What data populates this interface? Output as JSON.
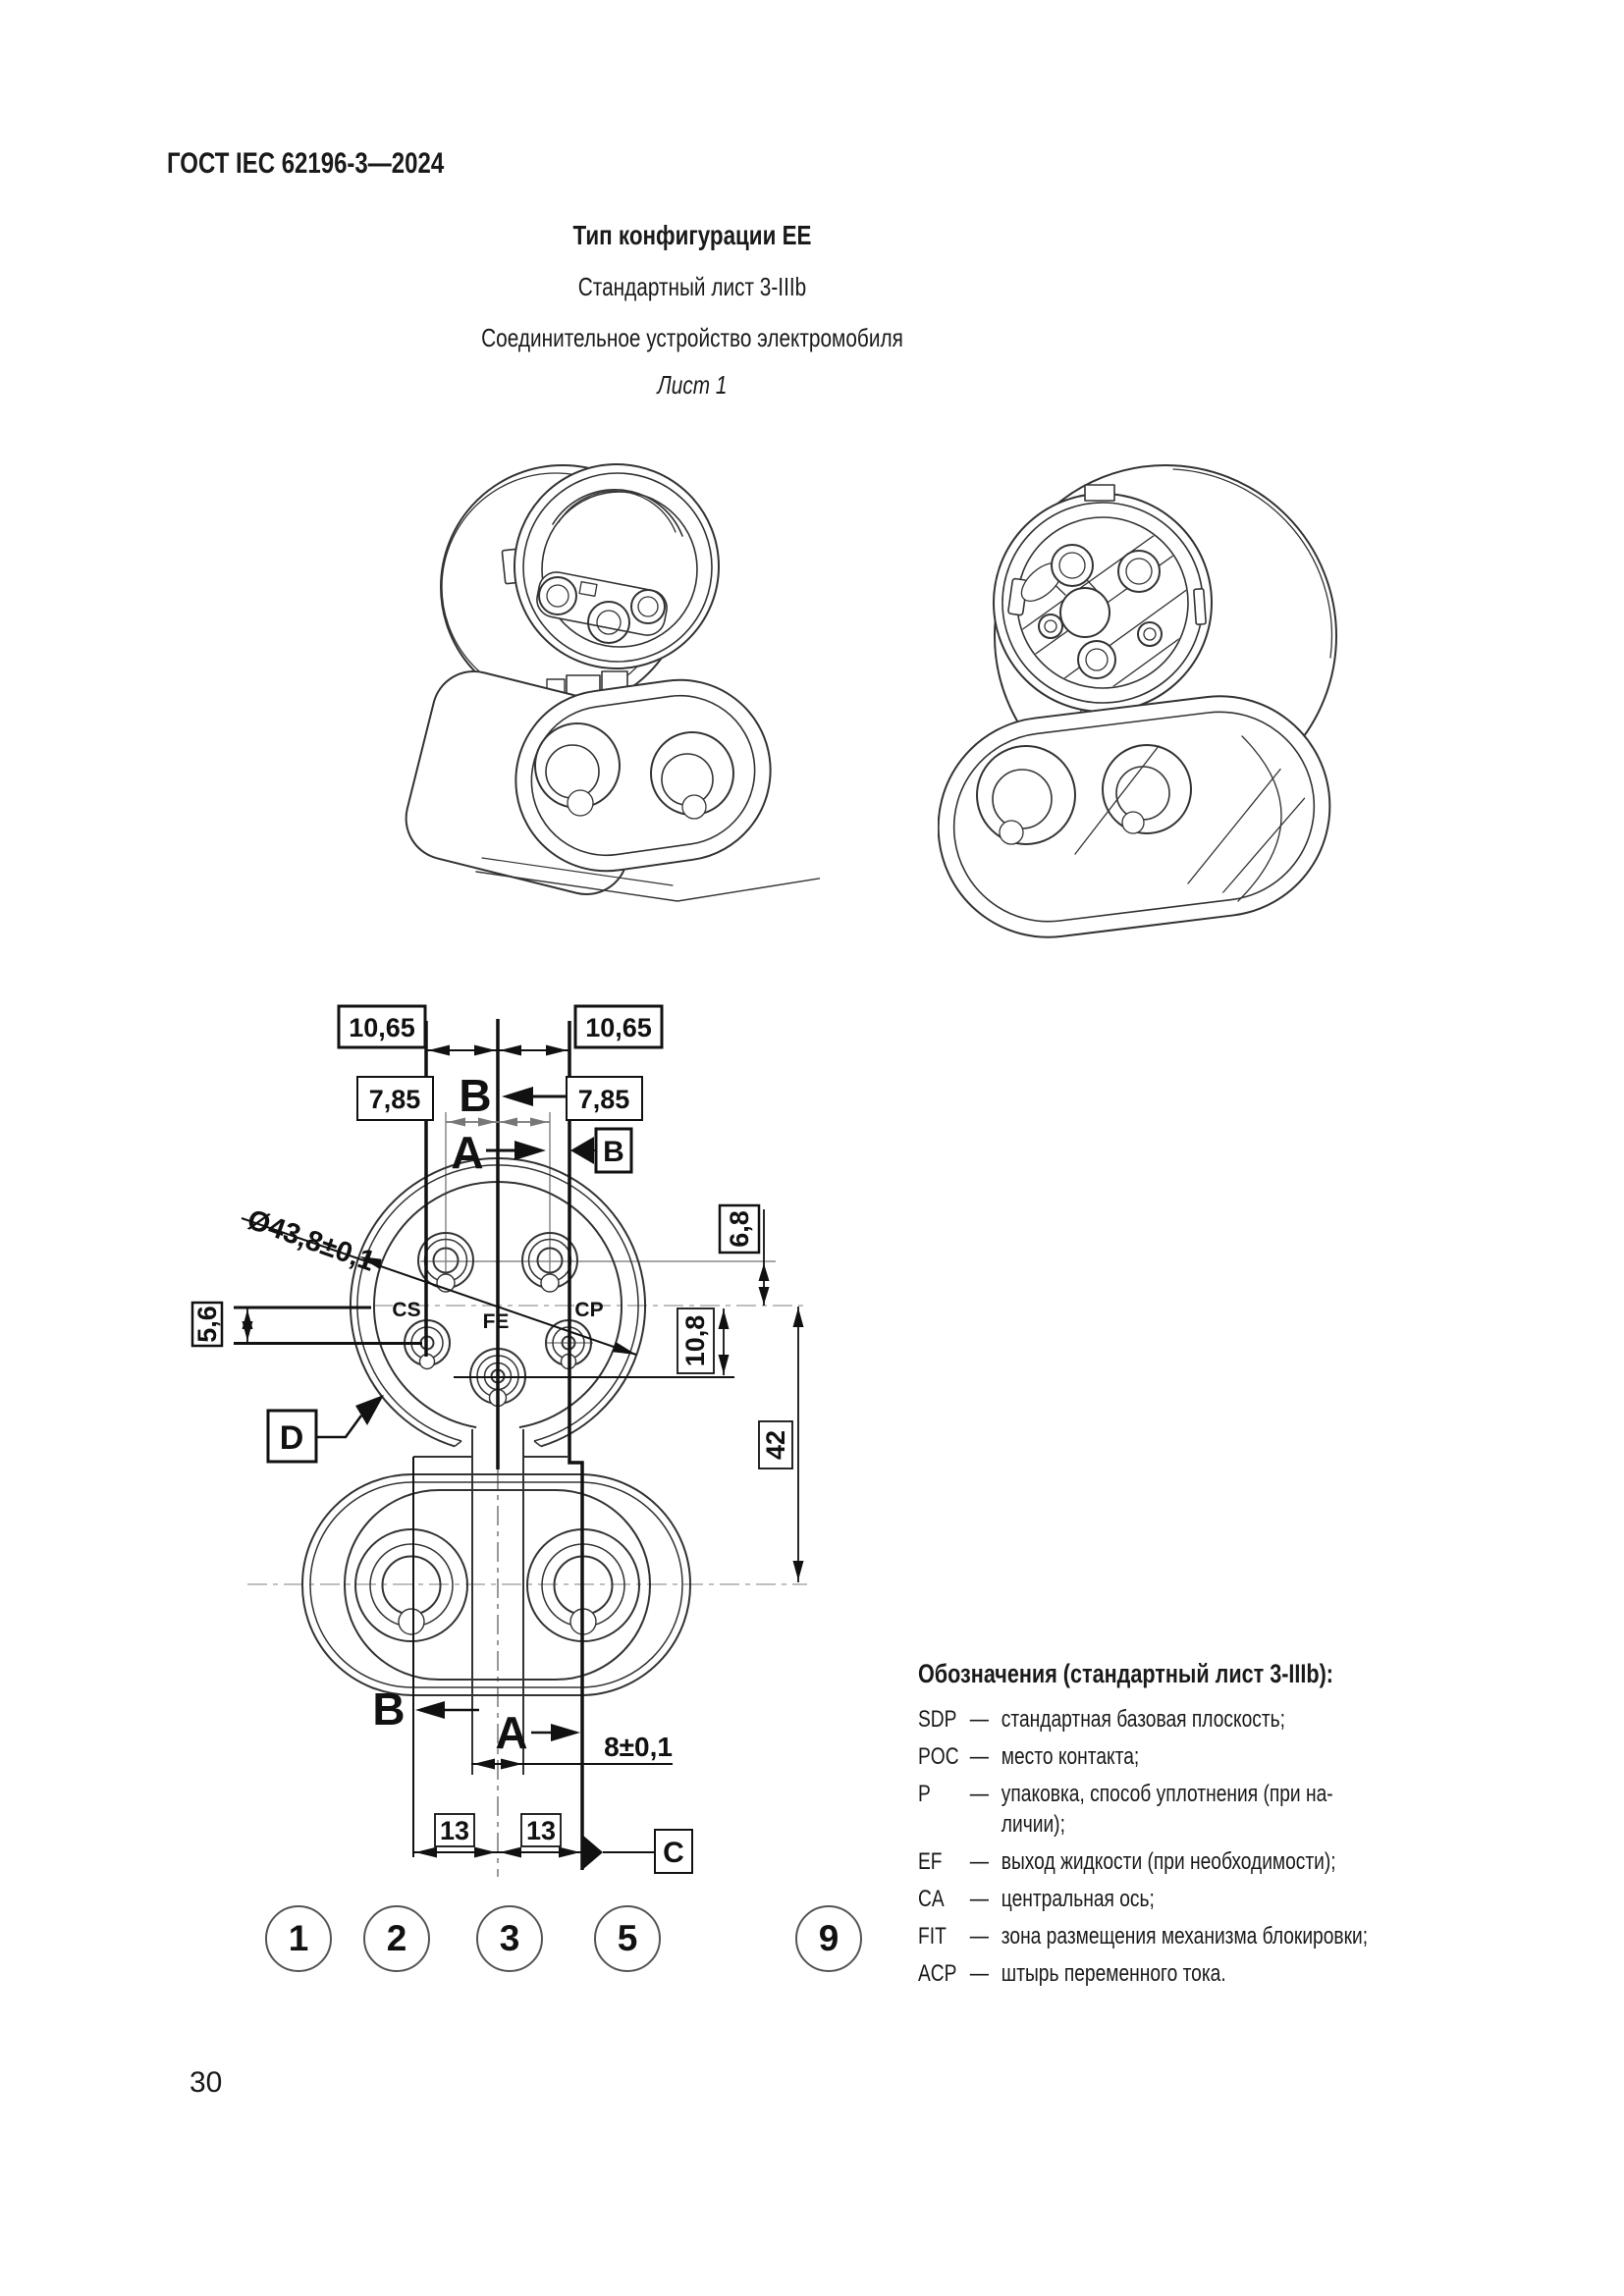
{
  "page": {
    "header": "ГОСТ IEC 62196-3—2024",
    "number": "30"
  },
  "titles": {
    "configuration": "Тип конфигурации ЕЕ",
    "sheet": "Стандартный лист 3-IIIb",
    "device": "Соединительное устройство электромобиля",
    "list": "Лист 1"
  },
  "drawing": {
    "dimensions": {
      "offset_left": "10,65",
      "offset_right": "10,65",
      "pitch_left": "7,85",
      "pitch_right": "7,85",
      "diameter": "Ø43,8±0,1",
      "cs_offset": "5,6",
      "acp_offset": "6,8",
      "fe_offset": "10,8",
      "axis_distance": "42",
      "fit_width": "8±0,1",
      "dc_pitch_left": "13",
      "dc_pitch_right": "13"
    },
    "views": {
      "a_top": "A",
      "b_top": "B",
      "a_bottom": "A",
      "b_bottom": "B"
    },
    "datums": {
      "b": "B",
      "c": "C",
      "d": "D"
    },
    "contacts": {
      "cs": "CS",
      "fe": "FE",
      "cp": "CP"
    },
    "callouts": [
      "1",
      "2",
      "3",
      "5",
      "9"
    ]
  },
  "legend": {
    "title": "Обозначения (стандартный лист 3-IIIb):",
    "dash": "—",
    "items": [
      {
        "code": "SDP",
        "desc": "стандартная базовая плоскость;"
      },
      {
        "code": "POC",
        "desc": "место контакта;"
      },
      {
        "code": "P",
        "desc": "упаковка, способ уплотнения (при на-",
        "desc2": "личии);"
      },
      {
        "code": "EF",
        "desc": "выход жидкости (при необходимости);"
      },
      {
        "code": "CA",
        "desc": "центральная ось;"
      },
      {
        "code": "FIT",
        "desc": "зона размещения механизма блокировки;"
      },
      {
        "code": "ACP",
        "desc": "штырь переменного тока."
      }
    ]
  }
}
